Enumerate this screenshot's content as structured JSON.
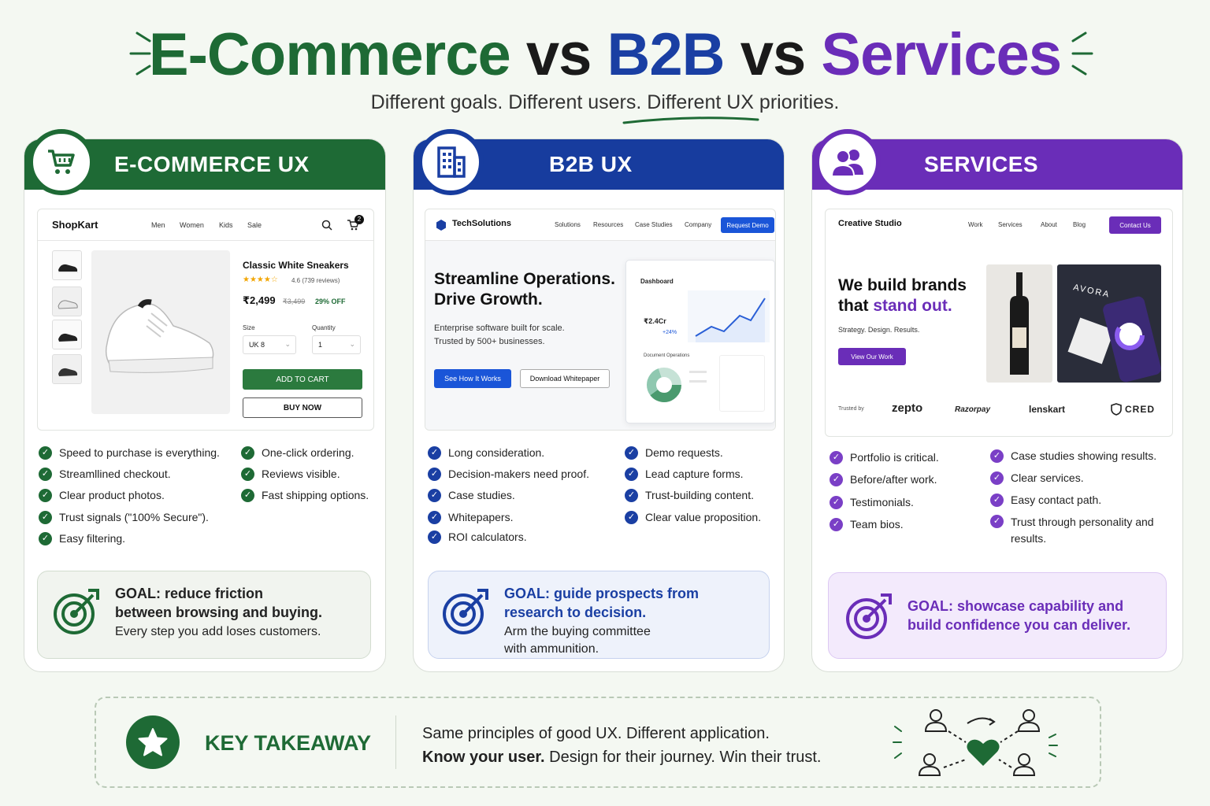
{
  "header": {
    "title_ecommerce": "E-Commerce",
    "title_vs1": "vs",
    "title_b2b": "B2B",
    "title_vs2": "vs",
    "title_services": "Services",
    "subtitle": "Different goals. Different users. Different UX priorities."
  },
  "colors": {
    "ecommerce": "#1e6a35",
    "b2b": "#1a3fa3",
    "services": "#6a2db8"
  },
  "ecommerce": {
    "heading": "E-COMMERCE UX",
    "icon": "cart-icon",
    "mock": {
      "brand": "ShopKart",
      "nav": [
        "Men",
        "Women",
        "Kids",
        "Sale"
      ],
      "cart_count": "2",
      "product_title": "Classic White Sneakers",
      "rating": "4.6 (739 reviews)",
      "price": "₹2,499",
      "old_price": "₹3,499",
      "discount": "29% OFF",
      "size_label": "Size",
      "size_value": "UK 8",
      "qty_label": "Quantity",
      "qty_value": "1",
      "add_to_cart": "ADD TO CART",
      "buy_now": "BUY NOW"
    },
    "bullets_left": [
      "Speed to purchase is everything.",
      "Streamllined checkout.",
      "Clear product photos.",
      "Trust signals (\"100% Secure\").",
      "Easy filtering."
    ],
    "bullets_right": [
      "One-click ordering.",
      "Reviews visible.",
      "Fast shipping options."
    ],
    "goal_title_1": "GOAL: reduce friction",
    "goal_title_2": "between browsing and buying.",
    "goal_text": "Every step you add loses customers."
  },
  "b2b": {
    "heading": "B2B UX",
    "icon": "building-icon",
    "mock": {
      "brand": "TechSolutions",
      "nav": [
        "Solutions",
        "Resources",
        "Case Studies",
        "Company"
      ],
      "cta": "Request Demo",
      "headline_1": "Streamline Operations.",
      "headline_2": "Drive Growth.",
      "sub_1": "Enterprise software built for scale.",
      "sub_2": "Trusted by 500+ businesses.",
      "primary": "See How It Works",
      "secondary": "Download Whitepaper",
      "dash_title": "Dashboard",
      "dash_value": "₹2.4Cr",
      "dash_delta": "+24%",
      "dash_section": "Document Operations"
    },
    "bullets_left": [
      "Long consideration.",
      "Decision-makers need proof.",
      "Case studies.",
      "Whitepapers.",
      "ROI calculators."
    ],
    "bullets_right": [
      "Demo requests.",
      "Lead capture forms.",
      "Trust-building content.",
      "Clear value proposition."
    ],
    "goal_title_1": "GOAL: guide prospects from",
    "goal_title_2": "research to decision.",
    "goal_text_1": "Arm the buying committee",
    "goal_text_2": "with ammunition."
  },
  "services": {
    "heading": "SERVICES",
    "icon": "people-icon",
    "mock": {
      "brand": "Creative Studio",
      "nav": [
        "Work",
        "Services",
        "About",
        "Blog"
      ],
      "cta": "Contact Us",
      "headline_1": "We build brands",
      "headline_2a": "that ",
      "headline_2b": "stand out.",
      "sub": "Strategy. Design. Results.",
      "button": "View Our Work",
      "trusted": "Trusted by",
      "logos": [
        "zepto",
        "Razorpay",
        "lenskart",
        "CRED"
      ],
      "bottle_label": "AVORA"
    },
    "bullets_left": [
      "Portfolio is critical.",
      "Before/after work.",
      "Testimonials.",
      "Team bios."
    ],
    "bullets_right": [
      "Case studies showing results.",
      "Clear services.",
      "Easy contact path.",
      "Trust through personality and results."
    ],
    "goal_title_1": "GOAL: showcase capability and",
    "goal_title_2": "build confidence you can deliver."
  },
  "takeaway": {
    "label": "KEY TAKEAWAY",
    "line1": "Same principles of good UX. Different application.",
    "line2_bold": "Know your user.",
    "line2_rest": " Design for their journey. Win their trust."
  }
}
